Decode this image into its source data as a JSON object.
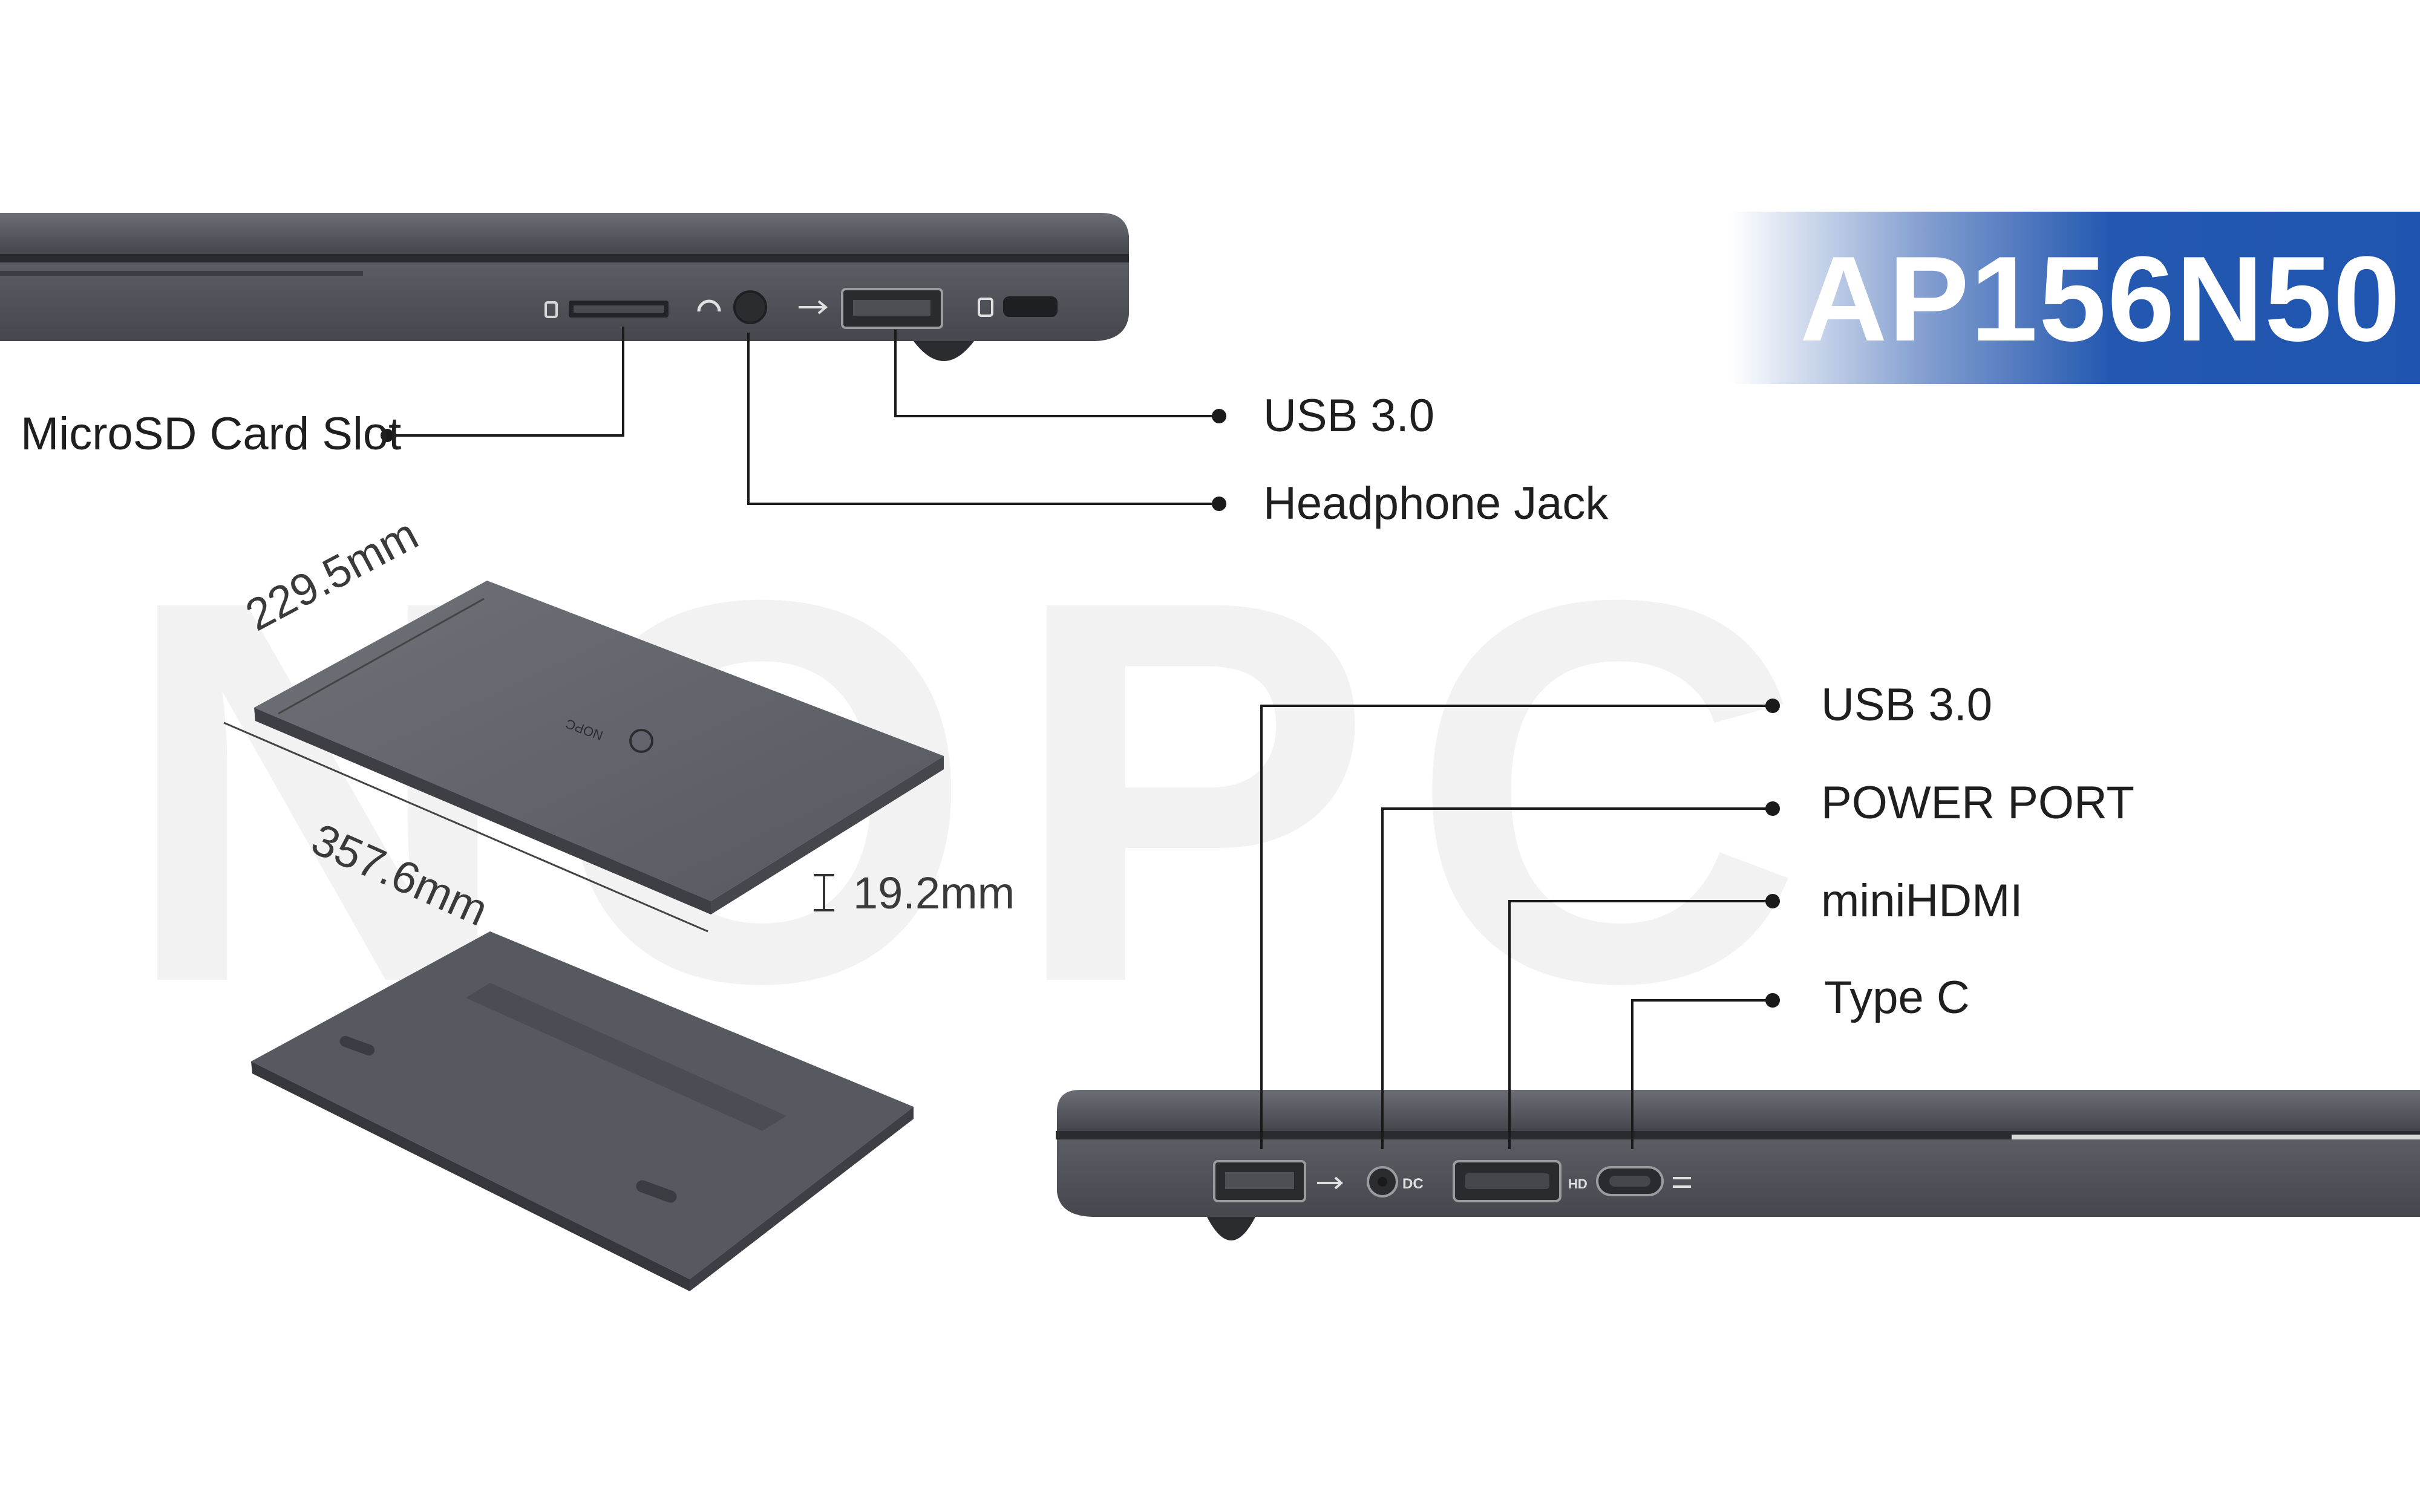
{
  "model": "AP156N50",
  "watermark_text": "NOPC",
  "colors": {
    "banner_blue": "#1f55b0",
    "laptop_gray": "#55585e",
    "line_color": "#1a1a1a"
  },
  "top_ports": {
    "microsd": "MicroSD Card Slot",
    "usb": "USB 3.0",
    "headphone": "Headphone Jack"
  },
  "bottom_ports": {
    "usb": "USB 3.0",
    "power": "POWER PORT",
    "hdmi": "miniHDMI",
    "typec": "Type C"
  },
  "port_markings": {
    "dc": "DC",
    "hd": "HD"
  },
  "dimensions": {
    "depth": "229.5mm",
    "width": "357.6mm",
    "thickness": "19.2mm"
  }
}
